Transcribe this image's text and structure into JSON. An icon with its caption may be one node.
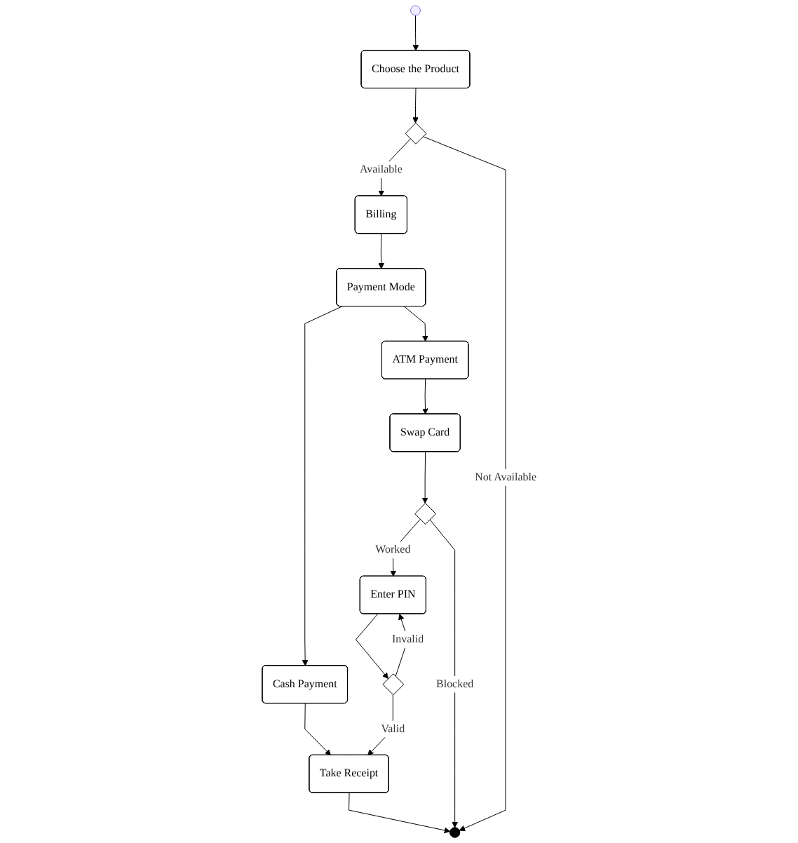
{
  "diagram": {
    "nodes": [
      {
        "text": [],
        "shape": "circle"
      },
      {
        "text": [
          "Choose the Product"
        ]
      },
      {
        "text": [],
        "shape": "diamond"
      },
      {
        "text": [
          "Billing"
        ]
      },
      {
        "text": [
          "Payment Mode"
        ]
      },
      {
        "text": [
          "Cash Payment"
        ]
      },
      {
        "text": [
          "ATM Payment"
        ]
      },
      {
        "text": [
          "Swap Card"
        ]
      },
      {
        "text": [],
        "shape": "diamond"
      },
      {
        "text": [
          "Enter PIN"
        ]
      },
      {
        "text": [],
        "shape": "diamond"
      },
      {
        "text": [
          "Take Receipt"
        ]
      },
      {
        "text": [],
        "shape": "circle"
      }
    ],
    "edges": [
      {
        "from": 0,
        "to": 1,
        "arrow": "to"
      },
      {
        "from": 1,
        "to": 2,
        "arrow": "to"
      },
      {
        "from": 2,
        "to": 3,
        "label": "Available",
        "arrow": "to"
      },
      {
        "from": 2,
        "to": 12,
        "label": "Not Available",
        "arrow": "to"
      },
      {
        "from": 3,
        "to": 4,
        "arrow": "to"
      },
      {
        "from": 4,
        "to": 5,
        "arrow": "to"
      },
      {
        "from": 4,
        "to": 6,
        "arrow": "to"
      },
      {
        "from": 5,
        "to": 11,
        "arrow": "to"
      },
      {
        "from": 6,
        "to": 7,
        "arrow": "to"
      },
      {
        "from": 7,
        "to": 8,
        "arrow": "to"
      },
      {
        "from": 8,
        "to": 9,
        "label": "Worked",
        "arrow": "to"
      },
      {
        "from": 8,
        "to": 12,
        "label": "Blocked",
        "arrow": "to"
      },
      {
        "from": 9,
        "to": 10,
        "arrow": "to"
      },
      {
        "from": 10,
        "to": 9,
        "label": "Invalid",
        "arrow": "to"
      },
      {
        "from": 10,
        "to": 11,
        "label": "Valid",
        "arrow": "to"
      },
      {
        "from": 11,
        "to": 12,
        "arrow": "to"
      }
    ]
  }
}
